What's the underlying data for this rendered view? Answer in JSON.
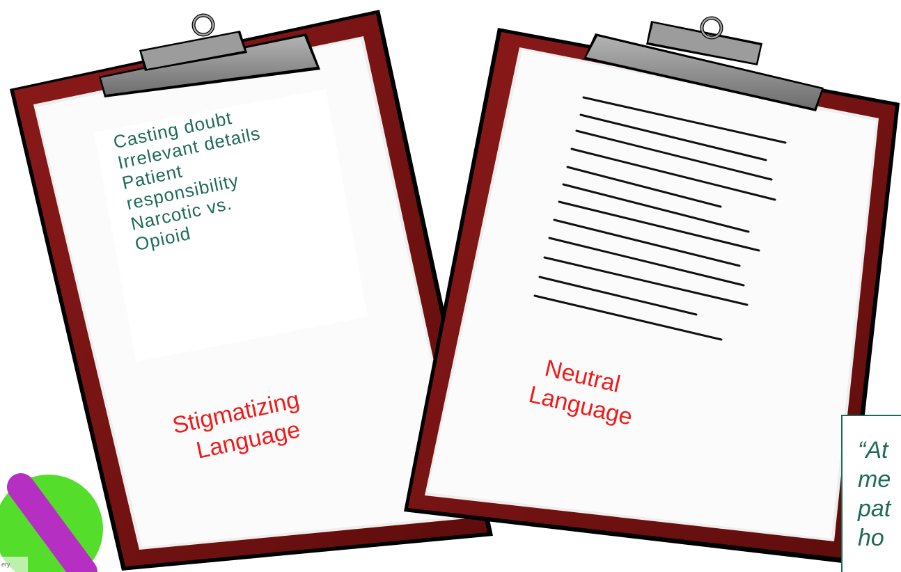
{
  "left_clipboard": {
    "topics": [
      "Casting doubt",
      "Irrelevant  details",
      "Patient",
      "responsibility",
      "Narcotic vs.",
      "Opioid"
    ],
    "title_lines": [
      "Stigmatizing",
      "Language"
    ]
  },
  "right_clipboard": {
    "title_lines": [
      "Neutral",
      "Language"
    ]
  },
  "quote_fragment": {
    "lines": [
      "“At",
      "me",
      "pat",
      "ho"
    ]
  },
  "logo": {
    "partial_text": "ery"
  },
  "colors": {
    "clipboard_frame": "#7a1414",
    "clip_metal": "#8f8f8f",
    "paper": "#f9f9f9",
    "topic_text": "#1e6a58",
    "title_text": "#ee1c1c",
    "logo_circle": "#55dd2c",
    "logo_bar": "#b52fc3"
  }
}
